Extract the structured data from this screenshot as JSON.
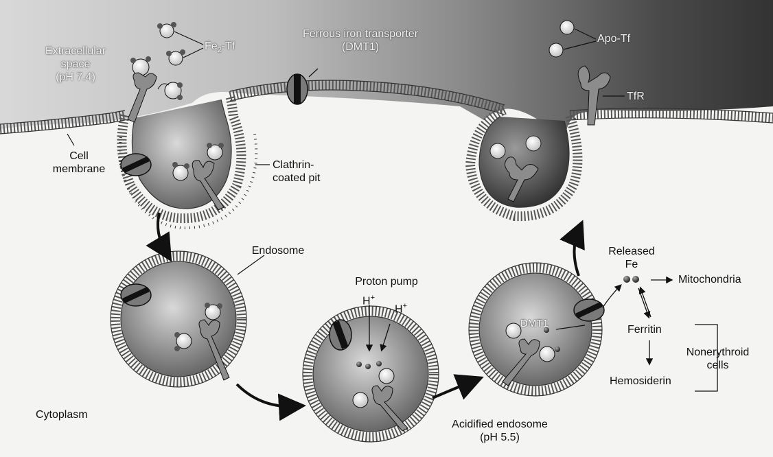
{
  "labels": {
    "extracellular_1": "Extracellular",
    "extracellular_2": "space",
    "extracellular_3": "(pH 7.4)",
    "fe2tf_main": "Fe",
    "fe2tf_sub": "2",
    "fe2tf_rest": "-Tf",
    "dmt1_top_1": "Ferrous iron transporter",
    "dmt1_top_2": "(DMT1)",
    "apo_tf": "Apo-Tf",
    "tfr": "TfR",
    "cell_membrane_1": "Cell",
    "cell_membrane_2": "membrane",
    "clathrin_1": "Clathrin-",
    "clathrin_2": "coated pit",
    "endosome": "Endosome",
    "proton_pump": "Proton pump",
    "h_plus_1": "H",
    "h_plus_2": "H",
    "plus": "+",
    "dmt1_inner": "DMT1",
    "released_fe_1": "Released",
    "released_fe_2": "Fe",
    "mitochondria": "Mitochondria",
    "ferritin": "Ferritin",
    "hemosiderin": "Hemosiderin",
    "nonerythroid_1": "Nonerythroid",
    "nonerythroid_2": "cells",
    "cytoplasm": "Cytoplasm",
    "acidified_1": "Acidified endosome",
    "acidified_2": "(pH 5.5)"
  },
  "colors": {
    "extracellular_dark": "#3a3a3a",
    "extracellular_light": "#cfcfcf",
    "cytoplasm": "#f4f4f2",
    "membrane": "#9a9a9a",
    "iron": "#ffffff",
    "receptor": "#8c8c8c"
  }
}
